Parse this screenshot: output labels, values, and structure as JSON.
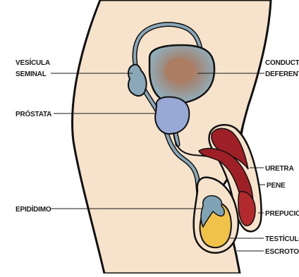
{
  "labels": {
    "vesicula_seminal": [
      "VESÍCULA",
      "SEMINAL"
    ],
    "prostata": "PRÓSTATA",
    "epididimo": "EPIDÍDIMO",
    "conductos_deferentes": [
      "CONDUCTOS",
      "DEFERENTES"
    ],
    "uretra": "URETRA",
    "pene": "PENE",
    "prepucio": "PREPUCIO",
    "testiculos": "TESTÍCULOS",
    "escroto": "ESCROTO"
  },
  "colors": {
    "skin": "#f7e3cb",
    "outline": "#111111",
    "bladder": "#8fb1c1",
    "bladder_center": "#b08066",
    "prostate": "#98a9d6",
    "duct": "#8aa8b8",
    "penis_tissue": "#9e1f25",
    "testis": "#f0c24a",
    "epididymis": "#7fa3b5"
  }
}
